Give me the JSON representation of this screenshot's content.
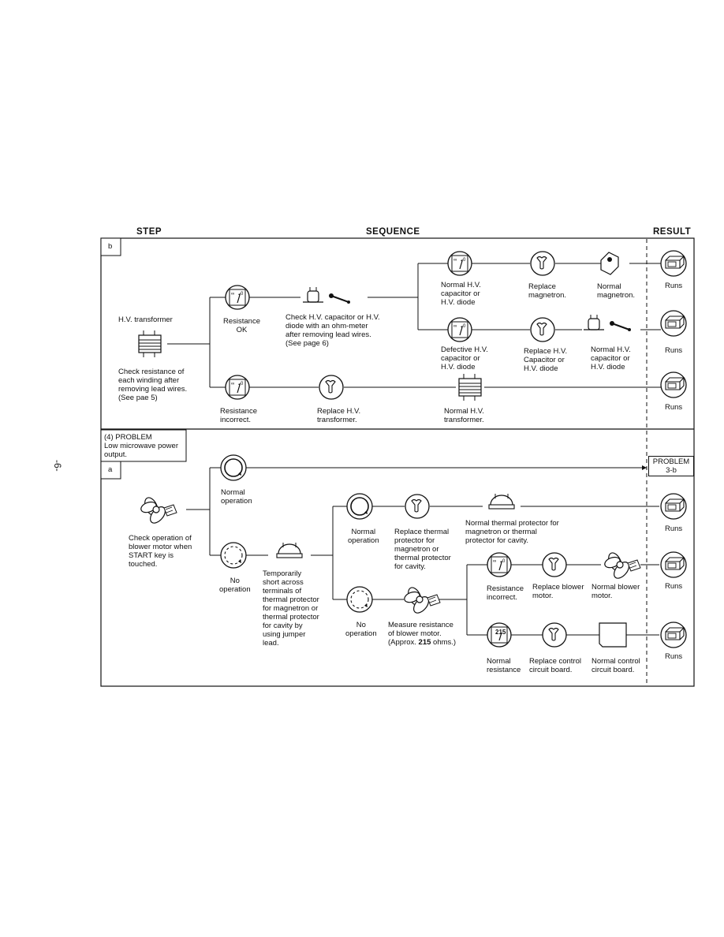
{
  "page_number": "-6-",
  "header": {
    "step": "STEP",
    "sequence": "SEQUENCE",
    "result": "RESULT"
  },
  "section_b": {
    "label": "b",
    "step_title": "H.V. transformer",
    "step_text": "Check resistance of\neach winding after\nremoving lead wires.\n(See pae 5)",
    "resistance_ok": "Resistance\nOK",
    "check_capacitor": "Check H.V. capacitor or H.V.\ndiode with an ohm-meter\nafter removing lead wires.\n(See page 6)",
    "normal_hv_cap": "Normal H.V.\ncapacitor or\nH.V. diode",
    "replace_magnetron": "Replace\nmagnetron.",
    "normal_magnetron": "Normal\nmagnetron.",
    "defective_hv": "Defective H.V.\ncapacitor or\nH.V. diode",
    "replace_hv_cap": "Replace H.V.\nCapacitor or\nH.V. diode",
    "normal_hv_cap2": "Normal H.V.\ncapacitor or\nH.V. diode",
    "resistance_incorrect": "Resistance\nincorrect.",
    "replace_hv_transformer": "Replace H.V.\ntransformer.",
    "normal_hv_transformer": "Normal H.V.\ntransformer.",
    "results": [
      "Runs",
      "Runs",
      "Runs"
    ]
  },
  "section_4": {
    "problem_title": "(4) PROBLEM\nLow microwave power\noutput.",
    "label": "a",
    "step_text": "Check operation of\nblower motor when\nSTART key is\ntouched.",
    "normal_operation": "Normal\noperation",
    "no_operation": "No\noperation",
    "temporarily": "Temporarily\nshort across\nterminals of\nthermal protector\nfor magnetron or\nthermal protector\nfor cavity by\nusing jumper\nlead.",
    "normal_operation2": "Normal\noperation",
    "replace_thermal": "Replace thermal\nprotector for\nmagnetron or\nthermal protector\nfor cavity.",
    "normal_thermal": "Normal thermal protector for\nmagnetron or thermal\nprotector for cavity.",
    "no_operation2": "No\noperation",
    "measure_resistance": "Measure resistance\nof blower motor.",
    "approx": "(Approx. ",
    "approx_value": "215",
    "approx_unit": " ohms.)",
    "resistance_incorrect": "Resistance\nincorrect.",
    "replace_blower": "Replace blower\nmotor.",
    "normal_blower": "Normal blower\nmotor.",
    "normal_resistance": "Normal\nresistance",
    "replace_control": "Replace control\ncircuit board.",
    "normal_control": "Normal control\ncircuit board.",
    "meter_reading": "215",
    "problem_ref": "PROBLEM\n3-b",
    "results": [
      "Runs",
      "Runs",
      "Runs"
    ]
  }
}
